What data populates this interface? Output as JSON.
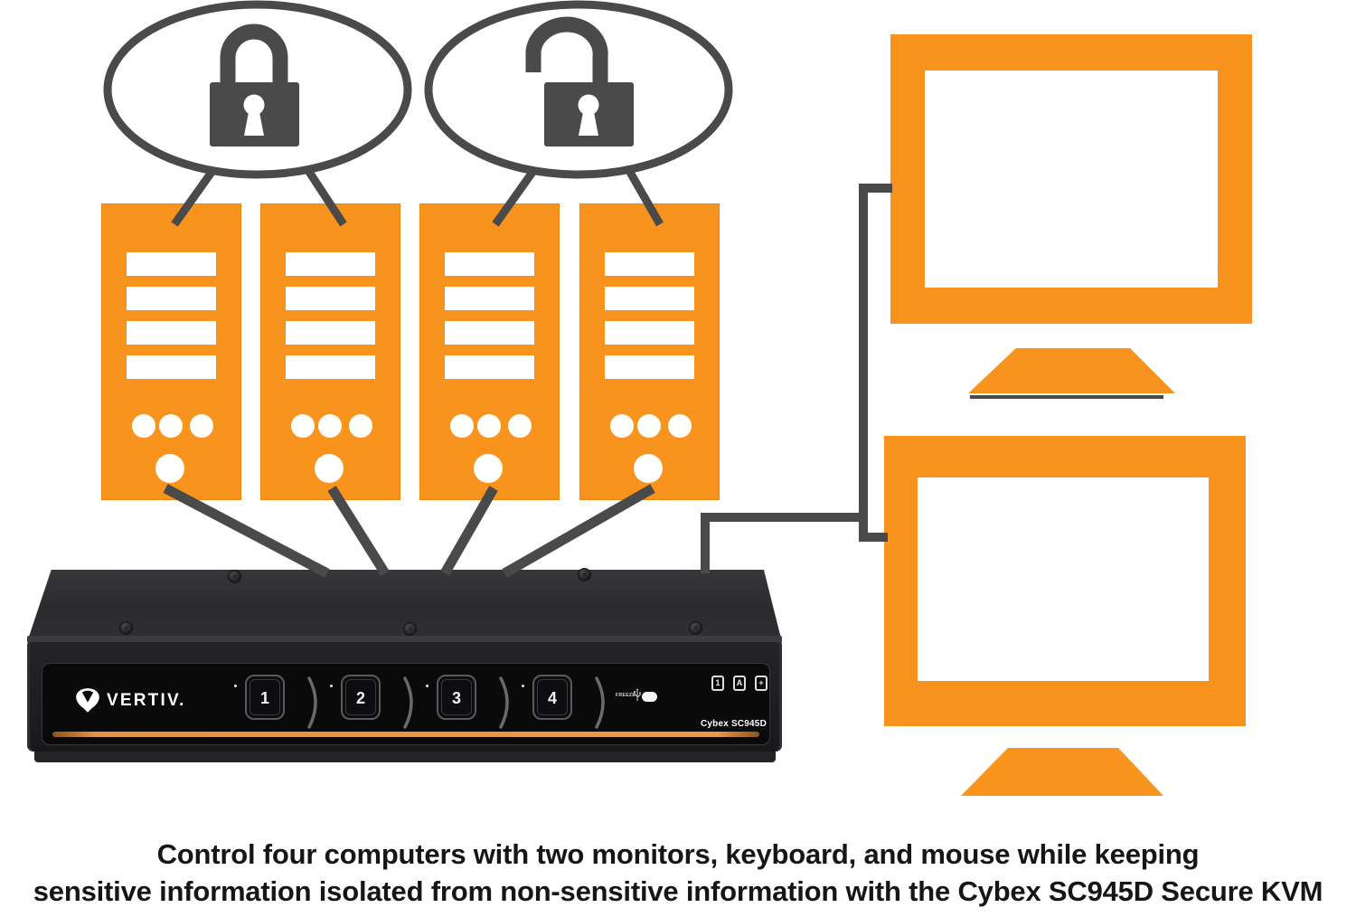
{
  "caption": {
    "line1": "Control four computers with two monitors, keyboard, and mouse while keeping",
    "line2": "sensitive information isolated from non-sensitive information with the Cybex SC945D Secure KVM"
  },
  "device": {
    "brand": "VERTIV.",
    "model": "Cybex SC945D",
    "port_buttons": [
      "1",
      "2",
      "3",
      "4"
    ],
    "freeze_label": "FREEZE",
    "indicators": [
      "1",
      "A",
      "+"
    ]
  },
  "diagram": {
    "secure_channel_icon": "locked-padlock",
    "nonsecure_channel_icon": "unlocked-padlock",
    "computer_count": 4,
    "monitor_count": 2
  },
  "icons": {
    "locked-padlock-icon": "closed padlock inside ellipse",
    "unlocked-padlock-icon": "open padlock inside ellipse",
    "server-tower-icon": "orange computer tower with vents and buttons",
    "monitor-icon": "orange monitor frame with stand",
    "vertiv-logo-icon": "white Vertiv emblem",
    "usb-icon": "USB trident symbol",
    "screw-icon": "phillips screw head",
    "freeze-led": "white oval LED"
  },
  "colors": {
    "orange": "#F8941E",
    "line_gray": "#4A4A4A",
    "accent_strip": "#E09348",
    "device_black": "#1B1B1D",
    "background": "#FFFFFF"
  }
}
